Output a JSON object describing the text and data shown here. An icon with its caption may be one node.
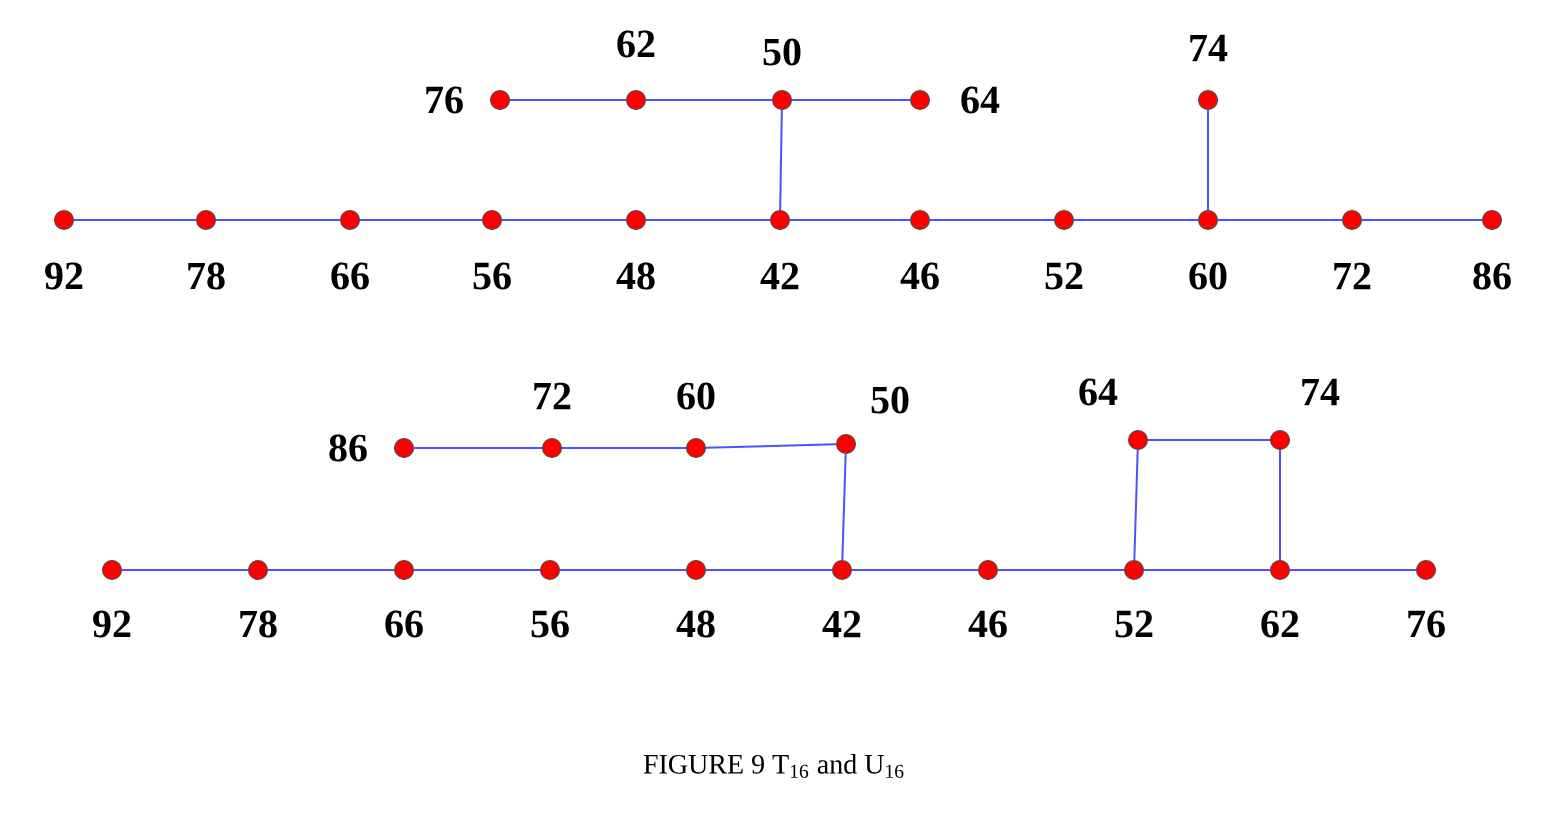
{
  "diagram": {
    "caption": "FIGURE 9 T$_{16}$ and U$_{16}$",
    "nodes": [
      {
        "text": [
          "76"
        ]
      },
      {
        "text": [
          "62"
        ]
      },
      {
        "text": [
          "50"
        ]
      },
      {
        "text": [
          "64"
        ]
      },
      {
        "text": [
          "74"
        ]
      },
      {
        "text": [
          "92"
        ]
      },
      {
        "text": [
          "78"
        ]
      },
      {
        "text": [
          "66"
        ]
      },
      {
        "text": [
          "56"
        ]
      },
      {
        "text": [
          "48"
        ]
      },
      {
        "text": [
          "42"
        ]
      },
      {
        "text": [
          "46"
        ]
      },
      {
        "text": [
          "52"
        ]
      },
      {
        "text": [
          "60"
        ]
      },
      {
        "text": [
          "72"
        ]
      },
      {
        "text": [
          "86"
        ]
      },
      {
        "text": [
          "86"
        ]
      },
      {
        "text": [
          "72"
        ]
      },
      {
        "text": [
          "60"
        ]
      },
      {
        "text": [
          "50"
        ]
      },
      {
        "text": [
          "64"
        ]
      },
      {
        "text": [
          "74"
        ]
      },
      {
        "text": [
          "92"
        ]
      },
      {
        "text": [
          "78"
        ]
      },
      {
        "text": [
          "66"
        ]
      },
      {
        "text": [
          "56"
        ]
      },
      {
        "text": [
          "48"
        ]
      },
      {
        "text": [
          "42"
        ]
      },
      {
        "text": [
          "46"
        ]
      },
      {
        "text": [
          "52"
        ]
      },
      {
        "text": [
          "62"
        ]
      },
      {
        "text": [
          "76"
        ]
      }
    ],
    "edges": [
      {
        "from": 0,
        "to": 1,
        "arrow": "none"
      },
      {
        "from": 1,
        "to": 2,
        "arrow": "none"
      },
      {
        "from": 2,
        "to": 3,
        "arrow": "none"
      },
      {
        "from": 2,
        "to": 10,
        "arrow": "none"
      },
      {
        "from": 4,
        "to": 13,
        "arrow": "none"
      },
      {
        "from": 5,
        "to": 6,
        "arrow": "none"
      },
      {
        "from": 6,
        "to": 7,
        "arrow": "none"
      },
      {
        "from": 7,
        "to": 8,
        "arrow": "none"
      },
      {
        "from": 8,
        "to": 9,
        "arrow": "none"
      },
      {
        "from": 9,
        "to": 10,
        "arrow": "none"
      },
      {
        "from": 10,
        "to": 11,
        "arrow": "none"
      },
      {
        "from": 11,
        "to": 12,
        "arrow": "none"
      },
      {
        "from": 12,
        "to": 13,
        "arrow": "none"
      },
      {
        "from": 13,
        "to": 14,
        "arrow": "none"
      },
      {
        "from": 14,
        "to": 15,
        "arrow": "none"
      },
      {
        "from": 16,
        "to": 17,
        "arrow": "none"
      },
      {
        "from": 17,
        "to": 18,
        "arrow": "none"
      },
      {
        "from": 18,
        "to": 19,
        "arrow": "none"
      },
      {
        "from": 19,
        "to": 27,
        "arrow": "none"
      },
      {
        "from": 20,
        "to": 21,
        "arrow": "none"
      },
      {
        "from": 20,
        "to": 29,
        "arrow": "none"
      },
      {
        "from": 21,
        "to": 30,
        "arrow": "none"
      },
      {
        "from": 22,
        "to": 23,
        "arrow": "none"
      },
      {
        "from": 23,
        "to": 24,
        "arrow": "none"
      },
      {
        "from": 24,
        "to": 25,
        "arrow": "none"
      },
      {
        "from": 25,
        "to": 26,
        "arrow": "none"
      },
      {
        "from": 26,
        "to": 27,
        "arrow": "none"
      },
      {
        "from": 27,
        "to": 28,
        "arrow": "none"
      },
      {
        "from": 28,
        "to": 29,
        "arrow": "none"
      },
      {
        "from": 29,
        "to": 30,
        "arrow": "none"
      },
      {
        "from": 30,
        "to": 31,
        "arrow": "none"
      }
    ]
  }
}
